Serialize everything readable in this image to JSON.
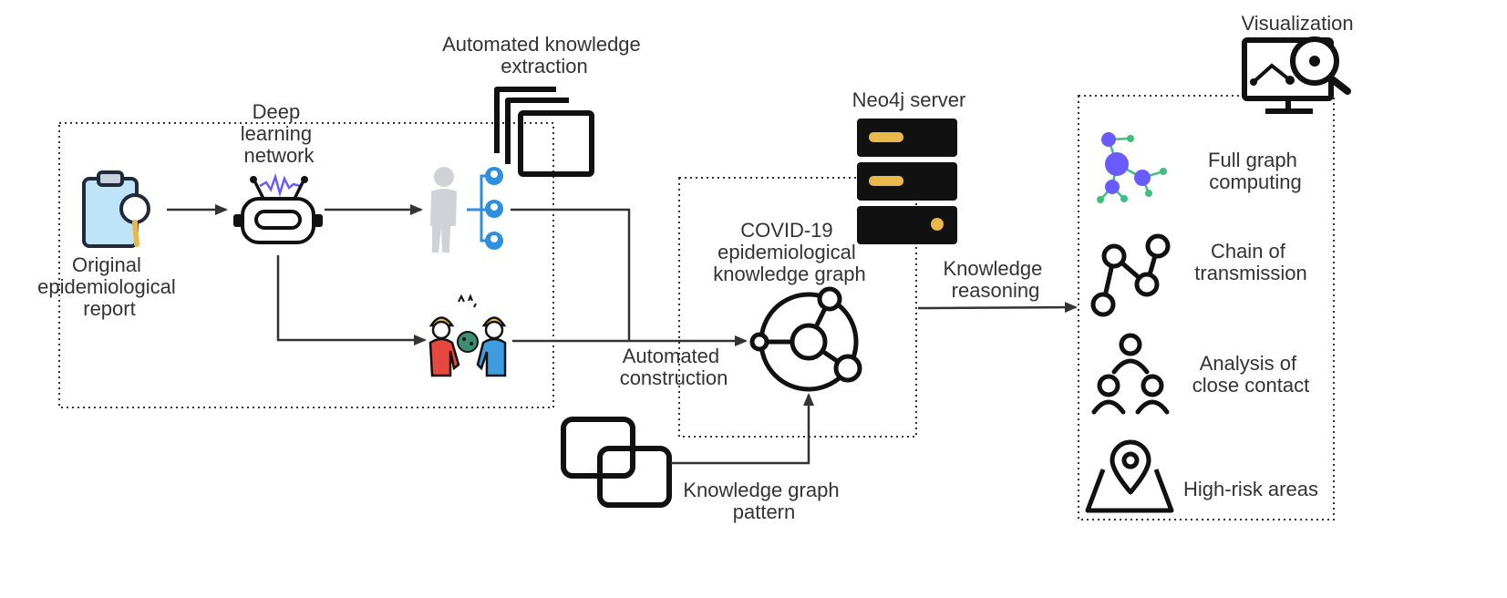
{
  "labels": {
    "original_report": [
      "Original",
      "epidemiological",
      "report"
    ],
    "deep_learning": [
      "Deep",
      "learning",
      "network"
    ],
    "auto_extraction": [
      "Automated knowledge",
      "extraction"
    ],
    "neo4j": "Neo4j server",
    "covid_kg": [
      "COVID-19",
      "epidemiological",
      "knowledge graph"
    ],
    "auto_construction": [
      "Automated",
      "construction"
    ],
    "kg_pattern": [
      "Knowledge graph",
      "pattern"
    ],
    "reasoning": [
      "Knowledge",
      "reasoning"
    ],
    "visualization": "Visualization"
  },
  "applications": [
    {
      "label": [
        "Full graph",
        "computing"
      ],
      "icon": "network-graph-icon"
    },
    {
      "label": [
        "Chain of",
        "transmission"
      ],
      "icon": "transmission-chain-icon"
    },
    {
      "label": [
        "Analysis of",
        "close contact"
      ],
      "icon": "close-contact-icon"
    },
    {
      "label": [
        "High-risk areas"
      ],
      "icon": "map-pin-icon"
    }
  ],
  "colors": {
    "text": "#333333",
    "stroke": "#000000",
    "arrow": "#333333",
    "server_slot": "#e9b84a",
    "person_blue": "#2d8fe0",
    "graph_purple": "#6a5bff",
    "graph_green": "#3fbf7f",
    "clipboard_blue": "#bfe3f7"
  }
}
